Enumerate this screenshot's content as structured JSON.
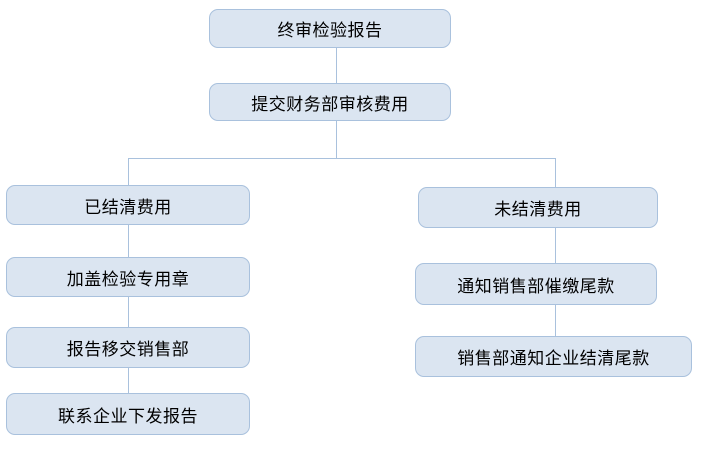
{
  "flowchart": {
    "title": "report-issuing-and-fee-settlement-flowchart",
    "nodes": [
      {
        "id": "final-inspection-report",
        "label": "终审检验报告"
      },
      {
        "id": "submit-finance-review-fees",
        "label": "提交财务部审核费用"
      },
      {
        "id": "fees-settled",
        "label": "已结清费用"
      },
      {
        "id": "stamp-inspection-seal",
        "label": "加盖检验专用章"
      },
      {
        "id": "report-transfer-sales-dept",
        "label": "报告移交销售部"
      },
      {
        "id": "contact-enterprise-issue-report",
        "label": "联系企业下发报告"
      },
      {
        "id": "fees-unsettled",
        "label": "未结清费用"
      },
      {
        "id": "notify-sales-collect-balance",
        "label": "通知销售部催缴尾款"
      },
      {
        "id": "sales-notify-enterprise-settle",
        "label": "销售部通知企业结清尾款"
      }
    ],
    "colors": {
      "node_fill": "#dbe5f1",
      "node_border": "#a9c1dd",
      "connector": "#a9c1dd",
      "text": "#000000",
      "background": "#ffffff"
    }
  }
}
